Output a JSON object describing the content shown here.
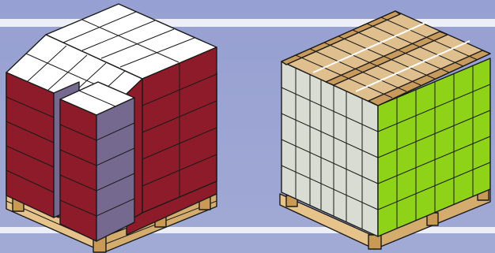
{
  "colors": {
    "background_top": "#9aa3d4",
    "background_bottom": "#a9b0d8",
    "stripe": "#eceef8",
    "box_front_red": "#8e1b2a",
    "box_side_purple": "#76698f",
    "box_top_white": "#ffffff",
    "box_front_grey": "#d9dcd3",
    "box_side_green": "#8fd318",
    "pallet_wood": "#e6c38a",
    "cap_board": "#e0bf8f",
    "outline": "#1a1a1a"
  },
  "pallets": [
    {
      "name": "red-box-pallet",
      "label": "",
      "layers": 5,
      "box_colors": [
        "box_front_red",
        "box_side_purple",
        "box_top_white"
      ]
    },
    {
      "name": "green-box-pallet",
      "label": "",
      "layers": 5,
      "box_colors": [
        "box_front_grey",
        "box_side_green",
        "cap_board"
      ]
    }
  ]
}
